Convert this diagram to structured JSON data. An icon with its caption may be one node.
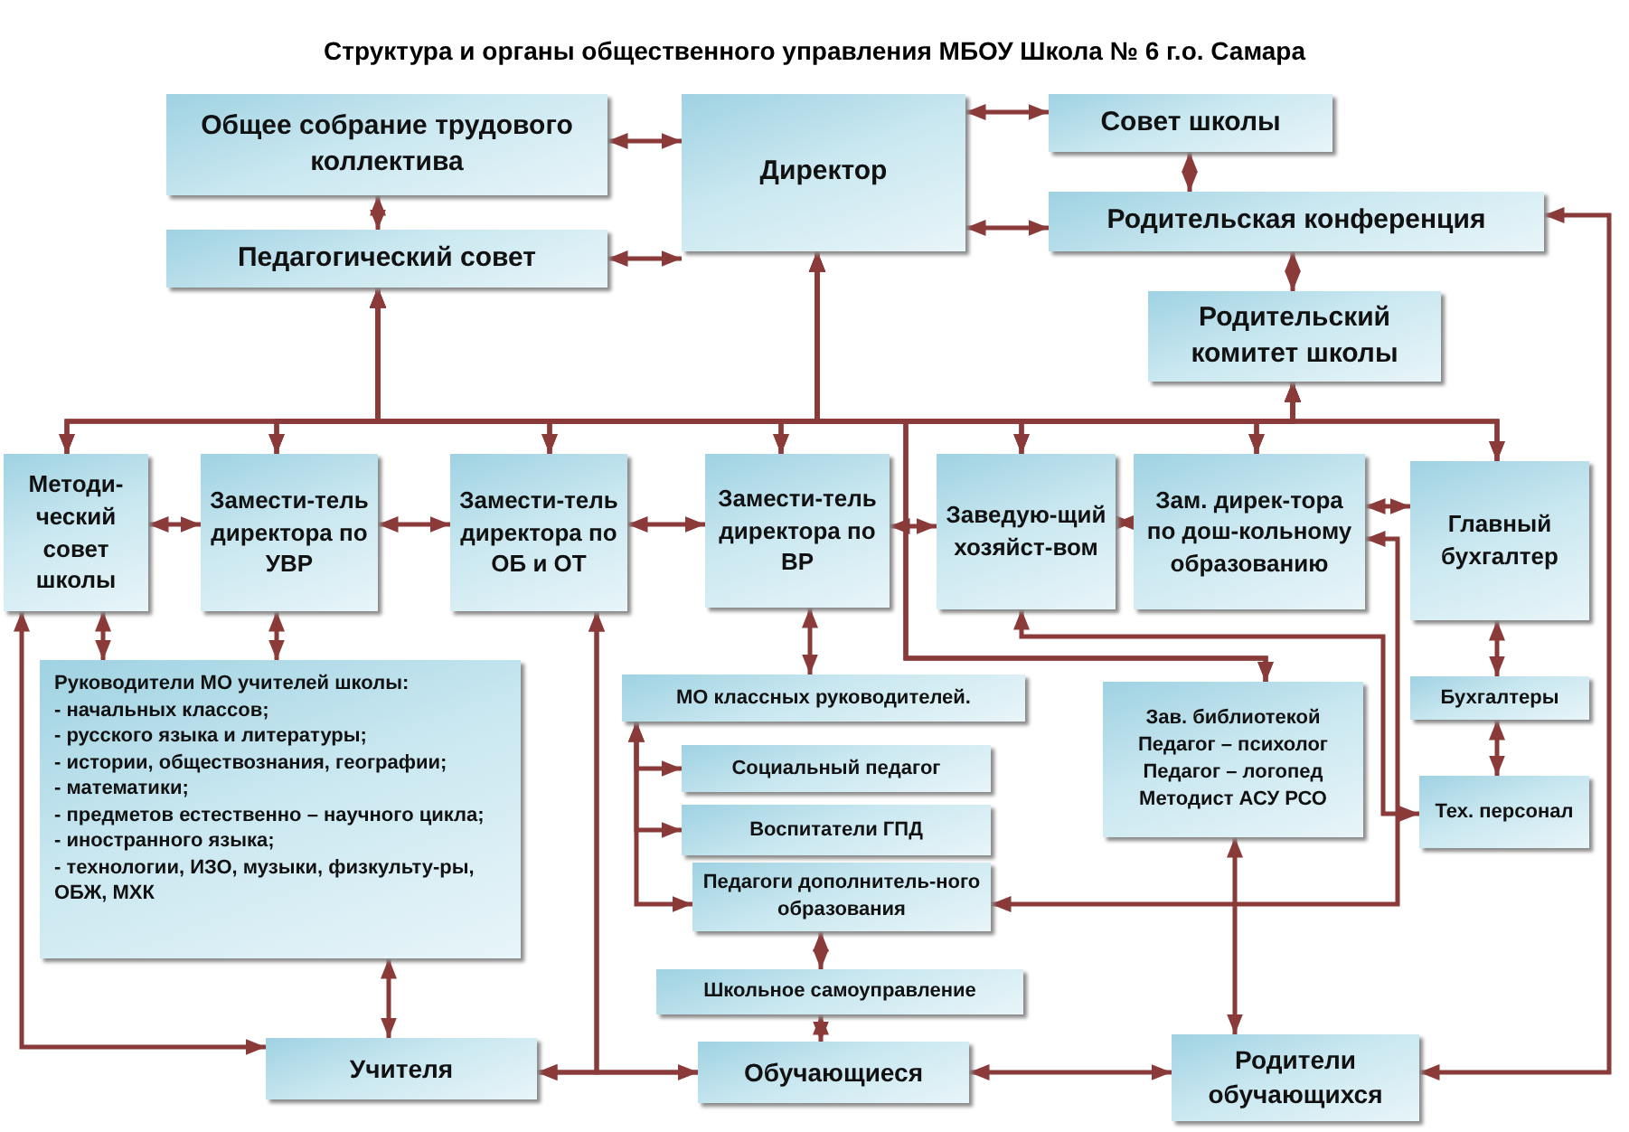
{
  "diagram": {
    "title": "Структура и органы общественного управления МБОУ Школа № 6 г.о. Самара",
    "nodes": [
      {
        "text": [
          "Общее собрание трудового коллектива"
        ]
      },
      {
        "text": [
          "Директор"
        ]
      },
      {
        "text": [
          "Совет школы"
        ]
      },
      {
        "text": [
          "Педагогический совет"
        ]
      },
      {
        "text": [
          "Родительская конференция"
        ]
      },
      {
        "text": [
          "Родительский комитет школы"
        ]
      },
      {
        "text": [
          "Методи-ческий совет школы"
        ]
      },
      {
        "text": [
          "Замести-тель директора по УВР"
        ]
      },
      {
        "text": [
          "Замести-тель директора по ОБ и ОТ"
        ]
      },
      {
        "text": [
          "Замести-тель директора по ВР"
        ]
      },
      {
        "text": [
          "Заведую-щий хозяйст-вом"
        ]
      },
      {
        "text": [
          "Зам. дирек-тора по дош-кольному образованию"
        ]
      },
      {
        "text": [
          "Главный бухгалтер"
        ]
      },
      {
        "text": [
          "Руководители МО учителей школы:",
          "- начальных классов;",
          "- русского языка и литературы;",
          "- истории, обществознания, географии;",
          "- математики;",
          "- предметов естественно – научного цикла;",
          "- иностранного языка;",
          "- технологии, ИЗО, музыки, физкульту-ры, ОБЖ, МХК"
        ]
      },
      {
        "text": [
          "МО классных руководителей."
        ]
      },
      {
        "text": [
          "Зав. библиотекой",
          "Педагог – психолог",
          "Педагог – логопед",
          "Методист АСУ РСО"
        ]
      },
      {
        "text": [
          "Бухгалтеры"
        ]
      },
      {
        "text": [
          "Социальный педагог"
        ]
      },
      {
        "text": [
          "Тех. персонал"
        ]
      },
      {
        "text": [
          "Воспитатели ГПД"
        ]
      },
      {
        "text": [
          "Педагоги дополнитель-ного образования"
        ]
      },
      {
        "text": [
          "Школьное самоуправление"
        ]
      },
      {
        "text": [
          "Учителя"
        ]
      },
      {
        "text": [
          "Обучающиеся"
        ]
      },
      {
        "text": [
          "Родители обучающихся"
        ]
      }
    ],
    "edges": [
      {
        "from": 0,
        "to": 1,
        "arrow": "both"
      },
      {
        "from": 3,
        "to": 1,
        "arrow": "both"
      },
      {
        "from": 1,
        "to": 2,
        "arrow": "both"
      },
      {
        "from": 1,
        "to": 4,
        "arrow": "both"
      },
      {
        "from": 2,
        "to": 4,
        "arrow": "both"
      },
      {
        "from": 0,
        "to": 3,
        "arrow": "both"
      },
      {
        "from": 4,
        "to": 5,
        "arrow": "both"
      },
      {
        "from": 3,
        "to": 6,
        "arrow": "both"
      },
      {
        "from": 3,
        "to": 7,
        "arrow": "both"
      },
      {
        "from": 3,
        "to": 8,
        "arrow": "both"
      },
      {
        "from": 3,
        "to": 9,
        "arrow": "both"
      },
      {
        "from": 3,
        "to": 10,
        "arrow": "both"
      },
      {
        "from": 3,
        "to": 11,
        "arrow": "both"
      },
      {
        "from": 3,
        "to": 12,
        "arrow": "both"
      },
      {
        "from": 3,
        "to": 15,
        "arrow": "both"
      },
      {
        "from": 1,
        "to": 6,
        "arrow": "both"
      },
      {
        "from": 1,
        "to": 7,
        "arrow": "both"
      },
      {
        "from": 1,
        "to": 8,
        "arrow": "both"
      },
      {
        "from": 1,
        "to": 9,
        "arrow": "both"
      },
      {
        "from": 1,
        "to": 10,
        "arrow": "both"
      },
      {
        "from": 1,
        "to": 11,
        "arrow": "both"
      },
      {
        "from": 1,
        "to": 12,
        "arrow": "both"
      },
      {
        "from": 1,
        "to": 15,
        "arrow": "both"
      },
      {
        "from": 5,
        "to": 6,
        "arrow": "both"
      },
      {
        "from": 5,
        "to": 7,
        "arrow": "both"
      },
      {
        "from": 5,
        "to": 8,
        "arrow": "both"
      },
      {
        "from": 5,
        "to": 9,
        "arrow": "both"
      },
      {
        "from": 5,
        "to": 10,
        "arrow": "both"
      },
      {
        "from": 5,
        "to": 11,
        "arrow": "both"
      },
      {
        "from": 5,
        "to": 12,
        "arrow": "both"
      },
      {
        "from": 5,
        "to": 15,
        "arrow": "both"
      },
      {
        "from": 6,
        "to": 7,
        "arrow": "both"
      },
      {
        "from": 7,
        "to": 8,
        "arrow": "both"
      },
      {
        "from": 8,
        "to": 9,
        "arrow": "both"
      },
      {
        "from": 9,
        "to": 10,
        "arrow": "both"
      },
      {
        "from": 10,
        "to": 11,
        "arrow": "both"
      },
      {
        "from": 11,
        "to": 12,
        "arrow": "both"
      },
      {
        "from": 6,
        "to": 13,
        "arrow": "both"
      },
      {
        "from": 7,
        "to": 13,
        "arrow": "both"
      },
      {
        "from": 13,
        "to": 22,
        "arrow": "both"
      },
      {
        "from": 6,
        "to": 22,
        "arrow": "both"
      },
      {
        "from": 8,
        "to": 22,
        "arrow": "both"
      },
      {
        "from": 8,
        "to": 23,
        "arrow": "both"
      },
      {
        "from": 22,
        "to": 23,
        "arrow": "both"
      },
      {
        "from": 9,
        "to": 14,
        "arrow": "both"
      },
      {
        "from": 14,
        "to": 17,
        "arrow": "both"
      },
      {
        "from": 14,
        "to": 19,
        "arrow": "both"
      },
      {
        "from": 14,
        "to": 20,
        "arrow": "both"
      },
      {
        "from": 20,
        "to": 21,
        "arrow": "both"
      },
      {
        "from": 21,
        "to": 23,
        "arrow": "both"
      },
      {
        "from": 10,
        "to": 18,
        "arrow": "both"
      },
      {
        "from": 11,
        "to": 20,
        "arrow": "both"
      },
      {
        "from": 12,
        "to": 16,
        "arrow": "both"
      },
      {
        "from": 16,
        "to": 18,
        "arrow": "both"
      },
      {
        "from": 15,
        "to": 24,
        "arrow": "both"
      },
      {
        "from": 23,
        "to": 24,
        "arrow": "both"
      },
      {
        "from": 4,
        "to": 24,
        "arrow": "both"
      }
    ]
  }
}
